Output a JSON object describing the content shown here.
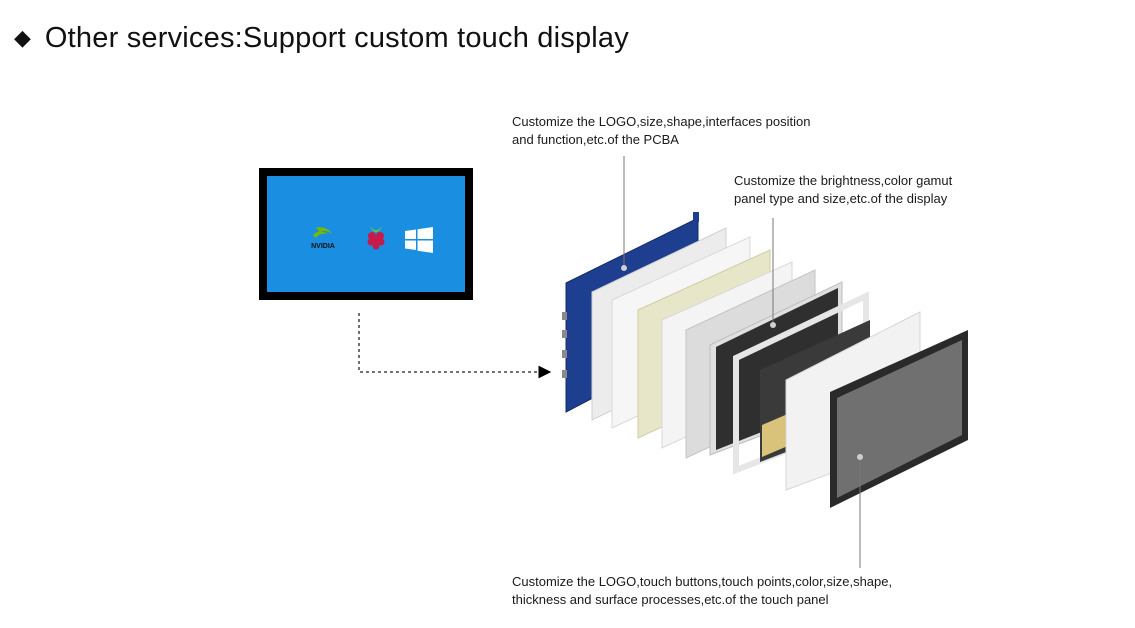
{
  "heading": {
    "bullet": "◆",
    "title": "Other services:Support custom touch display"
  },
  "annotations": {
    "pcba": [
      "Customize the LOGO,size,shape,interfaces position",
      "and function,etc.of the PCBA"
    ],
    "display": [
      "Customize the brightness,color gamut",
      "panel type and size,etc.of the display"
    ],
    "touch_panel": [
      "Customize the LOGO,touch buttons,touch points,color,size,shape,",
      "thickness and surface processes,etc.of the touch panel"
    ]
  },
  "monitor": {
    "logos": [
      "nvidia-logo",
      "raspberry-pi-logo",
      "windows-logo"
    ],
    "logo_text": "NVIDIA",
    "screen_color": "#1a8ee0"
  },
  "colors": {
    "pcba_board": "#1e3f8f",
    "display_panel": "#2f2f2f",
    "diffuser": "#e8e6c8",
    "touch_frame": "#3a3a3a",
    "leader_line": "#777777"
  }
}
